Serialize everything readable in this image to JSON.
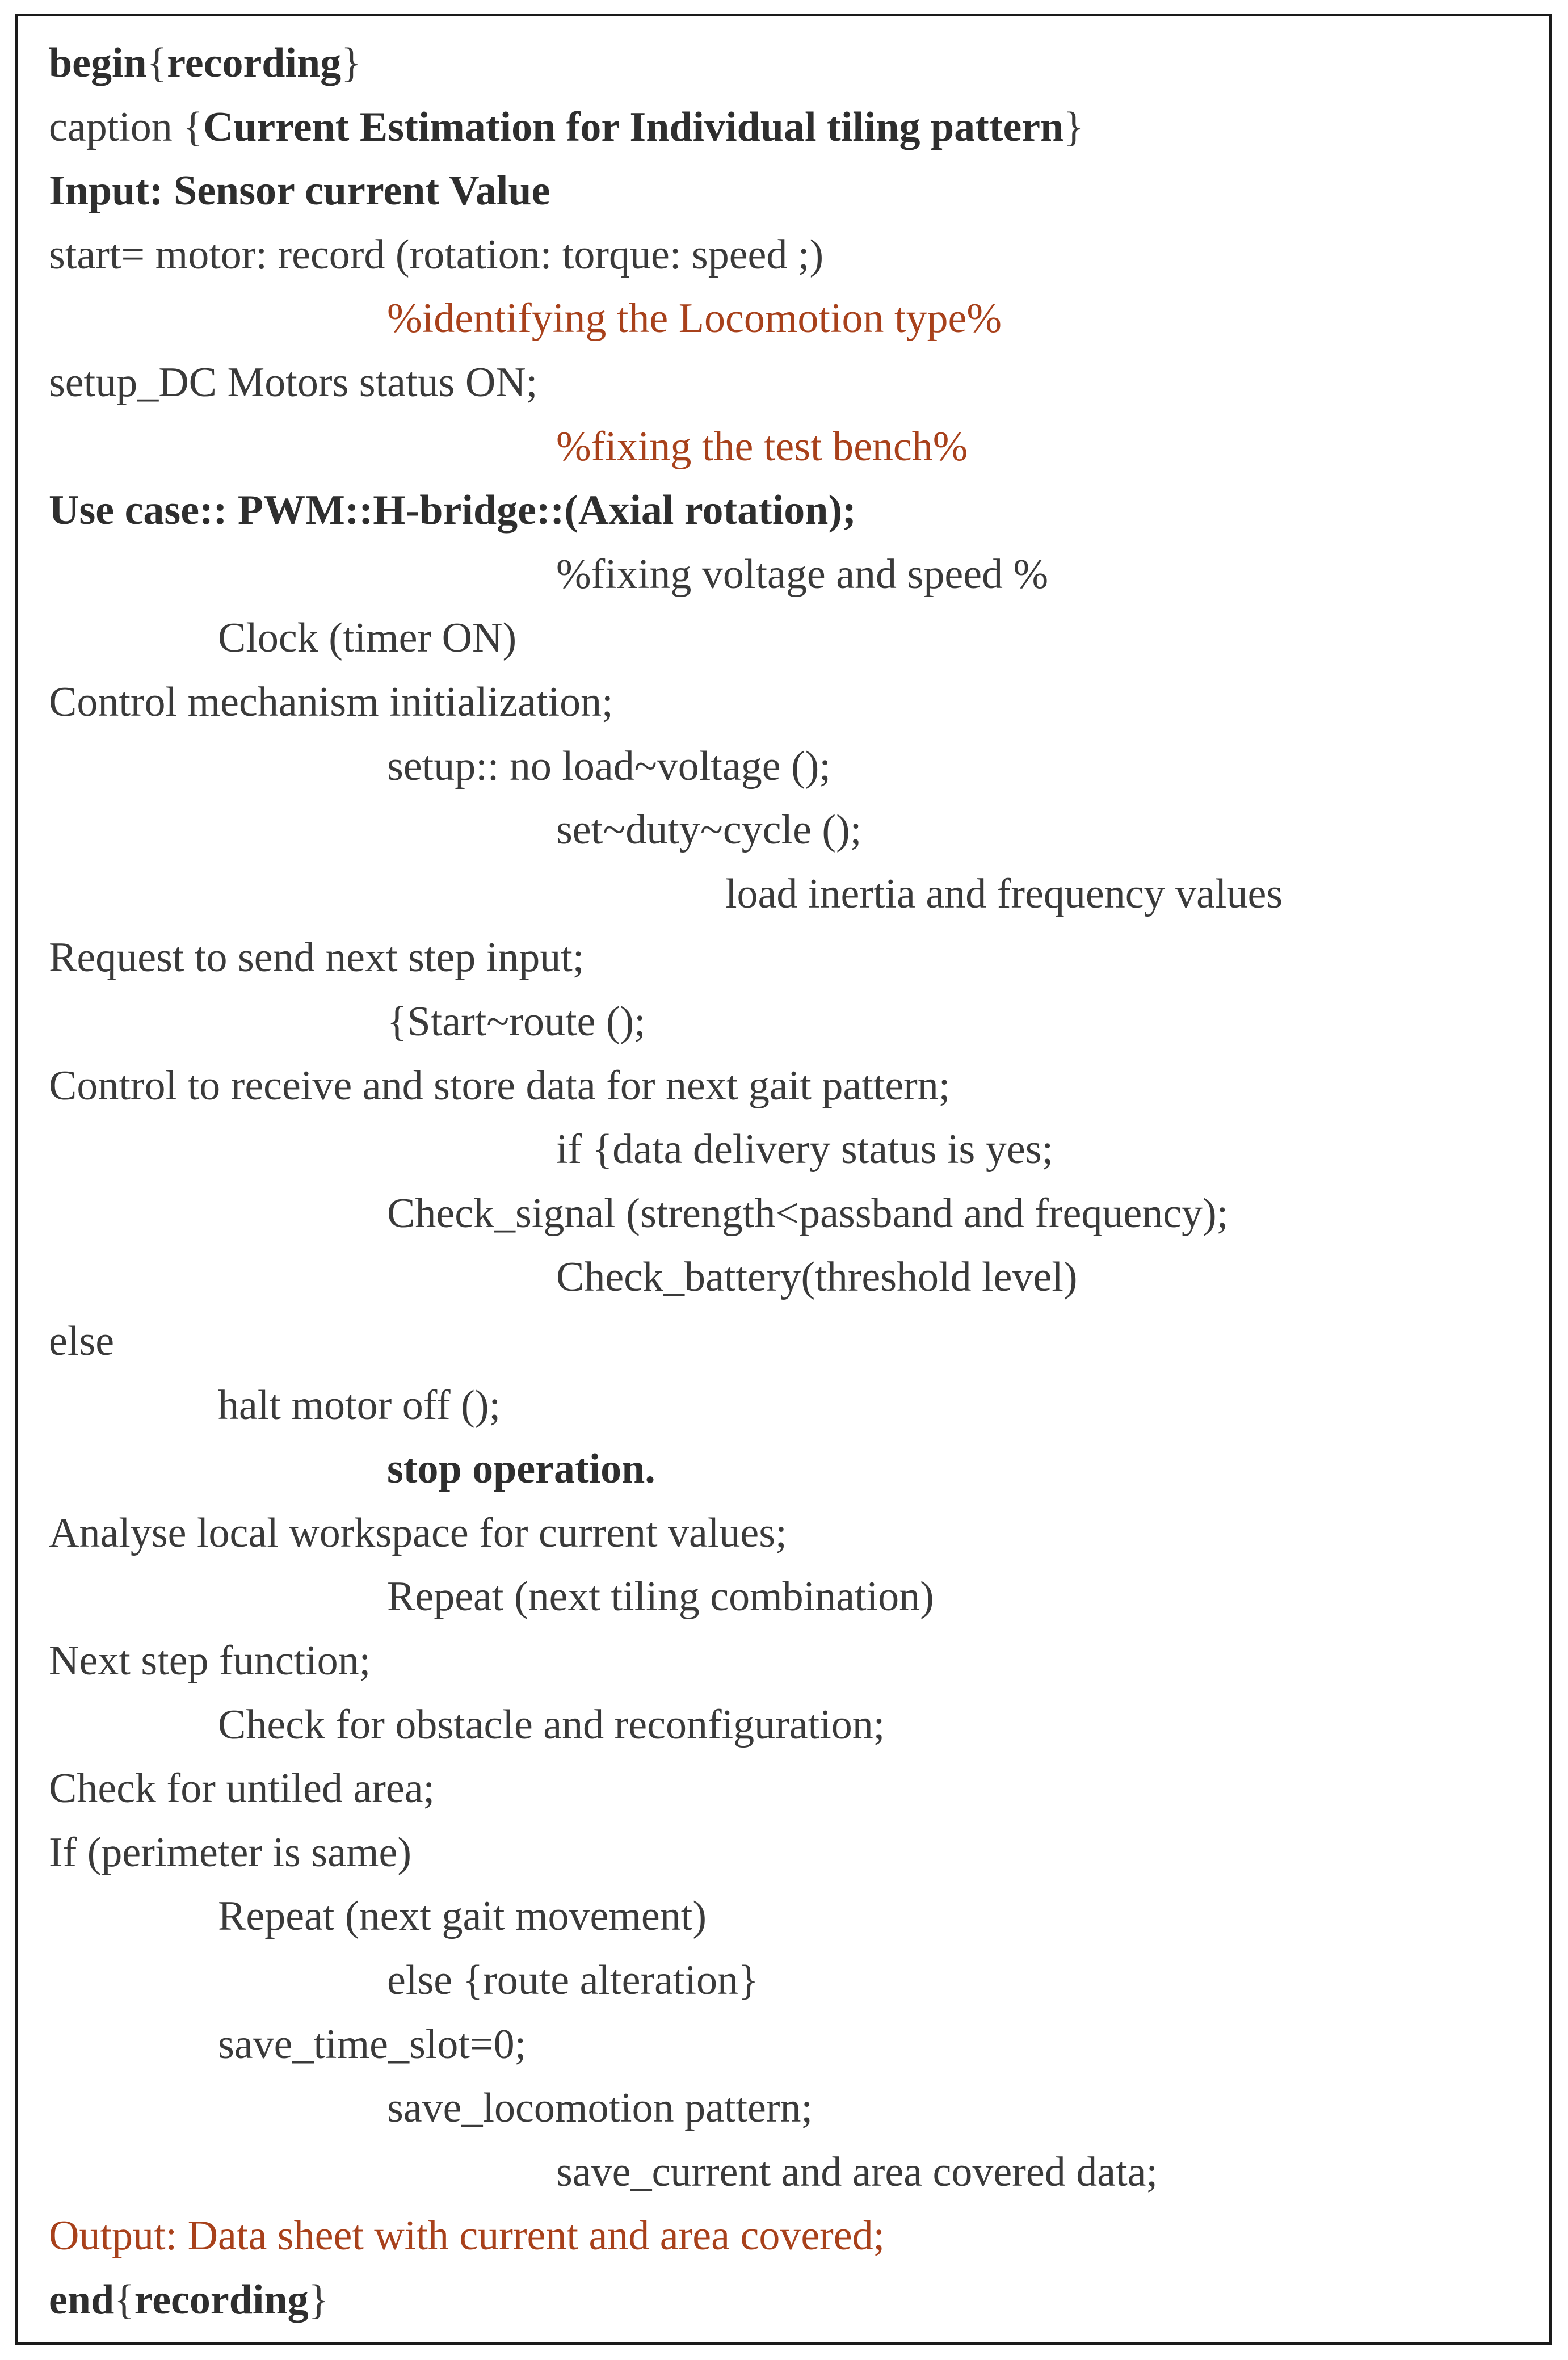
{
  "colors": {
    "text": "#3a3a3a",
    "bold_text": "#2e2e2e",
    "accent": "#a8411b",
    "border": "#1a1a1a",
    "background": "#ffffff"
  },
  "lines": [
    {
      "text": "begin{recording}",
      "indent": 0,
      "style": "bold",
      "segments": [
        {
          "t": "begin",
          "s": "bold"
        },
        {
          "t": "{",
          "s": "plain"
        },
        {
          "t": "recording",
          "s": "bold"
        },
        {
          "t": "}",
          "s": "plain"
        }
      ]
    },
    {
      "text": "caption {Current Estimation for Individual tiling pattern}",
      "indent": 0,
      "style": "mixed",
      "segments": [
        {
          "t": "caption {",
          "s": "plain"
        },
        {
          "t": "Current Estimation for Individual tiling pattern",
          "s": "bold"
        },
        {
          "t": "}",
          "s": "plain"
        }
      ]
    },
    {
      "text": "Input: Sensor current Value",
      "indent": 0,
      "style": "bold"
    },
    {
      "text": "start= motor: record (rotation: torque: speed ;)",
      "indent": 0,
      "style": "plain"
    },
    {
      "text": "%identifying the Locomotion type%",
      "indent": 2,
      "style": "accent"
    },
    {
      "text": "setup_DC Motors status ON;",
      "indent": 0,
      "style": "plain"
    },
    {
      "text": "%fixing the test bench%",
      "indent": 3,
      "style": "accent"
    },
    {
      "text": "Use case:: PWM::H-bridge::(Axial rotation);",
      "indent": 0,
      "style": "bold"
    },
    {
      "text": "%fixing voltage and speed %",
      "indent": 3,
      "style": "plain"
    },
    {
      "text": "Clock (timer ON)",
      "indent": 1,
      "style": "plain"
    },
    {
      "text": "Control mechanism initialization;",
      "indent": 0,
      "style": "plain"
    },
    {
      "text": "setup:: no load~voltage ();",
      "indent": 2,
      "style": "plain"
    },
    {
      "text": "set~duty~cycle ();",
      "indent": 3,
      "style": "plain"
    },
    {
      "text": "load inertia and frequency values",
      "indent": 4,
      "style": "plain"
    },
    {
      "text": "Request to send next step input;",
      "indent": 0,
      "style": "plain"
    },
    {
      "text": "{Start~route ();",
      "indent": 2,
      "style": "plain"
    },
    {
      "text": "Control to receive and store data for next gait pattern;",
      "indent": 0,
      "style": "plain"
    },
    {
      "text": "if {data delivery status is yes;",
      "indent": 3,
      "style": "plain"
    },
    {
      "text": "Check_signal (strength<passband and frequency);",
      "indent": 2,
      "style": "plain"
    },
    {
      "text": "Check_battery(threshold level)",
      "indent": 3,
      "style": "plain"
    },
    {
      "text": "else",
      "indent": 0,
      "style": "plain"
    },
    {
      "text": "halt motor off ();",
      "indent": 1,
      "style": "plain"
    },
    {
      "text": "stop operation.",
      "indent": 2,
      "style": "bold"
    },
    {
      "text": "Analyse local workspace for current values;",
      "indent": 0,
      "style": "plain"
    },
    {
      "text": "Repeat (next tiling combination)",
      "indent": 2,
      "style": "plain"
    },
    {
      "text": "Next step function;",
      "indent": 0,
      "style": "plain"
    },
    {
      "text": "Check for obstacle and reconfiguration;",
      "indent": 1,
      "style": "plain"
    },
    {
      "text": "Check for untiled area;",
      "indent": 0,
      "style": "plain"
    },
    {
      "text": "If (perimeter is same)",
      "indent": 0,
      "style": "plain"
    },
    {
      "text": "Repeat (next gait movement)",
      "indent": 1,
      "style": "plain"
    },
    {
      "text": "else {route alteration}",
      "indent": 2,
      "style": "plain"
    },
    {
      "text": "save_time_slot=0;",
      "indent": 1,
      "style": "plain"
    },
    {
      "text": "save_locomotion pattern;",
      "indent": 2,
      "style": "plain"
    },
    {
      "text": "save_current and area covered data;",
      "indent": 3,
      "style": "plain"
    },
    {
      "text": "Output: Data sheet with current and area covered;",
      "indent": 0,
      "style": "accent"
    },
    {
      "text": "end{recording}",
      "indent": 0,
      "style": "bold",
      "segments": [
        {
          "t": "end",
          "s": "bold"
        },
        {
          "t": "{",
          "s": "plain"
        },
        {
          "t": "recording",
          "s": "bold"
        },
        {
          "t": "}",
          "s": "plain"
        }
      ]
    }
  ]
}
